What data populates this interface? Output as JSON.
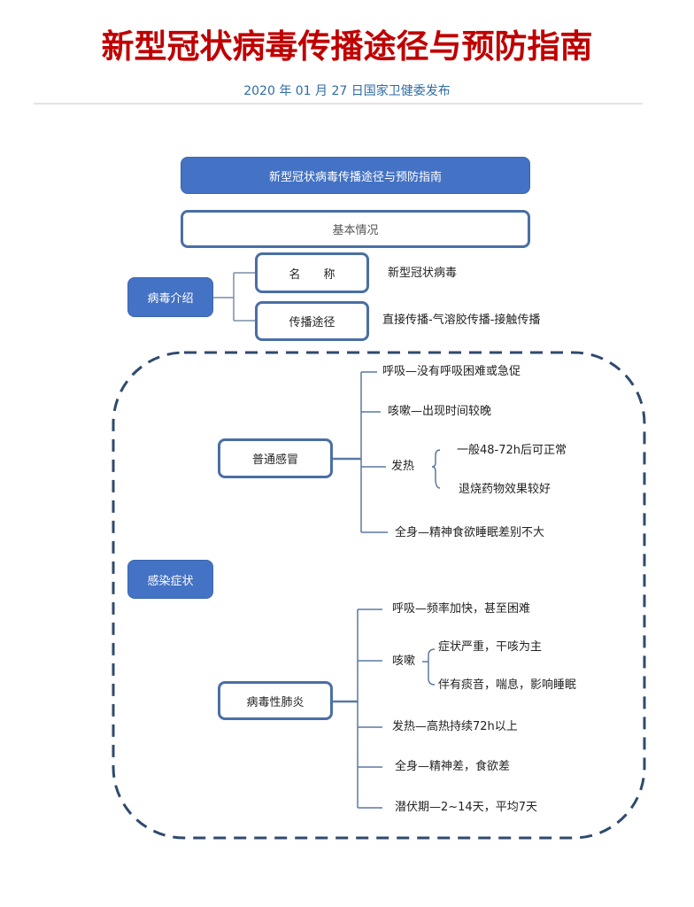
{
  "header": {
    "title": "新型冠状病毒传播途径与预防指南",
    "subtitle": "2020 年 01 月 27 日国家卫健委发布"
  },
  "diagram": {
    "root": "新型冠状病毒传播途径与预防指南",
    "section_basic": "基本情况",
    "virus_intro": {
      "label": "病毒介绍",
      "name_label": "名　　称",
      "name_value": "新型冠状病毒",
      "route_label": "传播途径",
      "route_value": "直接传播-气溶胶传播-接触传播"
    },
    "symptoms": {
      "label": "感染症状",
      "common_cold": {
        "label": "普通感冒",
        "items": {
          "breathing": "呼吸—没有呼吸困难或急促",
          "cough": "咳嗽—出现时间较晚",
          "fever": "发热",
          "fever_sub1": "一般48-72h后可正常",
          "fever_sub2": "退烧药物效果较好",
          "body": "全身—精神食欲睡眠差别不大"
        }
      },
      "viral_pneumonia": {
        "label": "病毒性肺炎",
        "items": {
          "breathing": "呼吸—频率加快，甚至困难",
          "cough": "咳嗽",
          "cough_sub1": "症状严重，干咳为主",
          "cough_sub2": "伴有痰音，喘息，影响睡眠",
          "fever": "发热—高热持续72h以上",
          "body": "全身—精神差，食欲差",
          "incubation": "潜伏期—2~14天，平均7天"
        }
      }
    }
  },
  "colors": {
    "title_red": "#c00000",
    "subtitle_blue": "#2e6ca4",
    "box_blue": "#4472c4",
    "outline_blue": "#4a6fa5",
    "dash_navy": "#2f4a6e"
  }
}
